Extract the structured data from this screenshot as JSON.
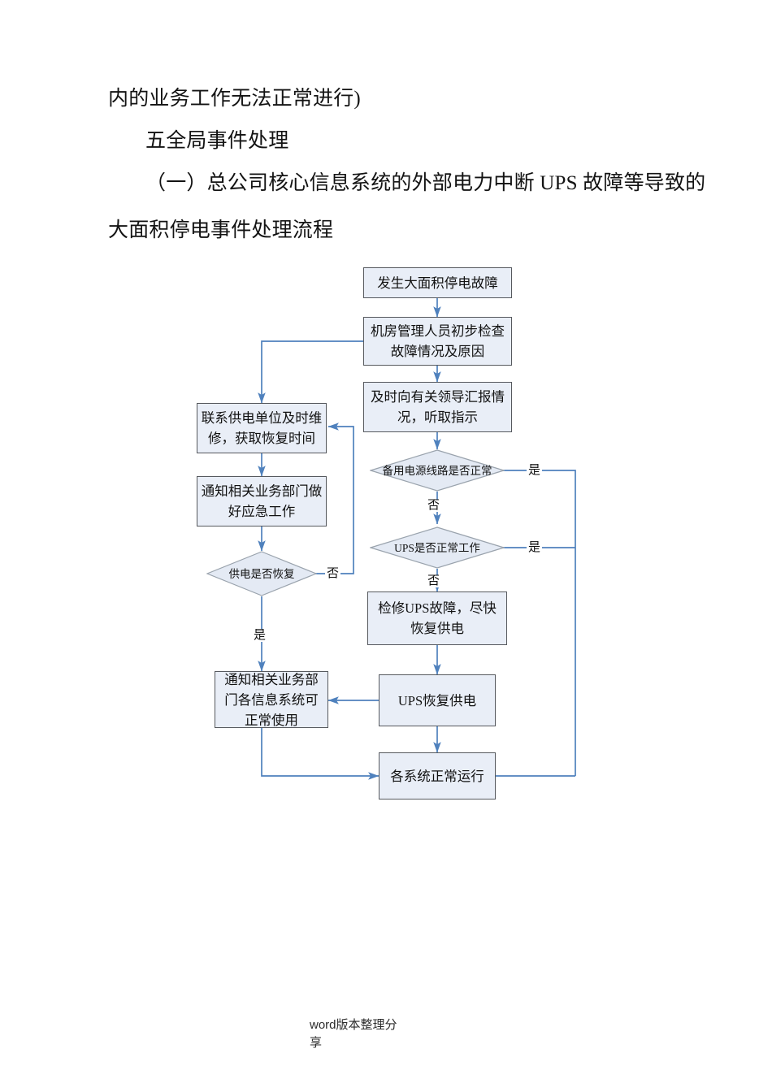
{
  "document": {
    "paragraphs": [
      "内的业务工作无法正常进行)",
      "五全局事件处理",
      "（一）总公司核心信息系统的外部电力中断 UPS 故障等导致的",
      "大面积停电事件处理流程"
    ]
  },
  "flowchart": {
    "title": "大面积停电事件处理流程",
    "nodes": {
      "start": "发生大面积停电故障",
      "inspect": "机房管理人员初步检查故障情况及原因",
      "report": "及时向有关领导汇报情况，听取指示",
      "contact_power": "联系供电单位及时维修，获取恢复时间",
      "notify_emergency": "通知相关业务部门做好应急工作",
      "backup_line_check": "备用电源线路是否正常",
      "ups_check": "UPS是否正常工作",
      "repair_ups": "检修UPS故障，尽快恢复供电",
      "ups_restored": "UPS恢复供电",
      "power_restored_check": "供电是否恢复",
      "notify_systems_ok": "通知相关业务部门各信息系统可正常使用",
      "all_systems_normal": "各系统正常运行"
    },
    "edge_labels": {
      "backup_yes": "是",
      "backup_no": "否",
      "ups_yes": "是",
      "ups_no": "否",
      "power_no": "否",
      "power_yes": "是"
    },
    "colors": {
      "node_fill": "#e9eef7",
      "node_border": "#56595e",
      "diamond_fill": "#e4eaf4",
      "diamond_border": "#9aa3ad",
      "connector": "#4f81bd"
    }
  },
  "footer": {
    "text": "word版本整理分享"
  }
}
